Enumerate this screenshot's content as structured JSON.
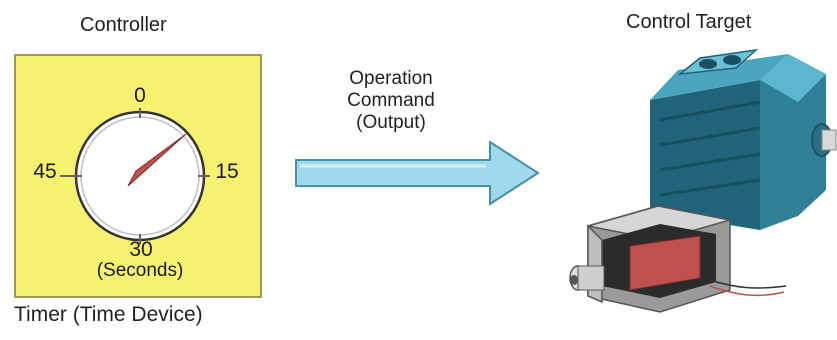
{
  "controller": {
    "title": "Controller",
    "caption": "Timer (Time Device)",
    "dial": {
      "mark_top": "0",
      "mark_right": "15",
      "mark_bottom": "30",
      "mark_left": "45",
      "unit": "(Seconds)"
    },
    "colors": {
      "panel": "#f6f26f",
      "needle": "#c0504d"
    }
  },
  "command": {
    "line1": "Operation",
    "line2": "Command",
    "line3": "(Output)",
    "arrow_color": "#9fd9ec"
  },
  "target": {
    "title": "Control Target",
    "devices": [
      "motor-icon",
      "solenoid-icon"
    ],
    "colors": {
      "motor": "#2f7f98",
      "solenoid_coil": "#c0504d"
    }
  }
}
